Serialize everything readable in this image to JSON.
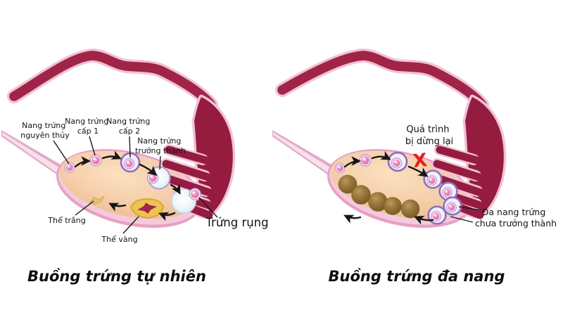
{
  "panels": [
    {
      "title": "Buồng trứng tự nhiên",
      "labels": {
        "primordial": [
          "Nang trứng",
          "nguyên thủy"
        ],
        "primary": [
          "Nang trứng",
          "cấp 1"
        ],
        "secondary": [
          "Nang trứng",
          "cấp 2"
        ],
        "mature": [
          "Nang trứng",
          "trưởng thành"
        ],
        "corpus_albicans": "Thể trắng",
        "corpus_luteum": "Thể vàng",
        "ovulation": "Trứng rụng"
      }
    },
    {
      "title": "Buồng trứng đa nang",
      "labels": {
        "process_stopped": [
          "Quá trình",
          "bị dừng lại"
        ],
        "stop_mark": "X",
        "immature_cysts": [
          "Đa nang trứng",
          "chưa trưởng thành"
        ]
      }
    }
  ],
  "palette": {
    "tube_maroon": "#951c3f",
    "tube_outline_pink": "#f1c2d7",
    "ovary_peach": "#f6cfab",
    "ovary_rim_pink": "#e8a0c1",
    "follicle_pink": "#ee82b8",
    "follicle_ring_purple": "#9c7cc4",
    "cyst_brown": "#96763a",
    "corpus_luteum_yellow": "#ecc54f",
    "stop_red": "#e21f1f",
    "text": "#141414",
    "background": "#ffffff"
  }
}
